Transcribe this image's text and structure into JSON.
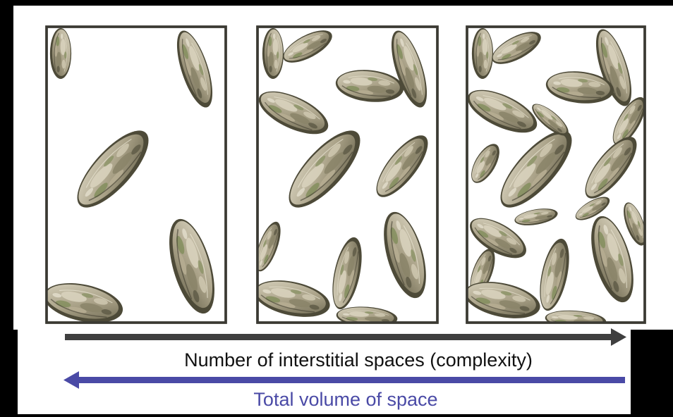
{
  "colors": {
    "background_outer": "#000000",
    "background_inner": "#ffffff",
    "panel_border": "#3b3a33",
    "complexity_arrow": "#3f3f3f",
    "volume_arrow": "#4a4aa6",
    "oyster_base": "#a8a188",
    "oyster_dark": "#4d4a38",
    "oyster_light": "#d8d2bd",
    "oyster_green": "#7d8b57"
  },
  "panels": [
    {
      "id": "low-density",
      "oyster_count": 5
    },
    {
      "id": "medium-density",
      "oyster_count": 12
    },
    {
      "id": "high-density",
      "oyster_count": 19
    }
  ],
  "labels": {
    "complexity": "Number of interstitial spaces (complexity)",
    "volume": "Total volume of space"
  },
  "arrows": {
    "complexity_direction": "right",
    "volume_direction": "left"
  },
  "icons": {
    "oyster": "oyster-icon",
    "complexity_arrow": "arrow-right-icon",
    "volume_arrow": "arrow-left-icon"
  }
}
